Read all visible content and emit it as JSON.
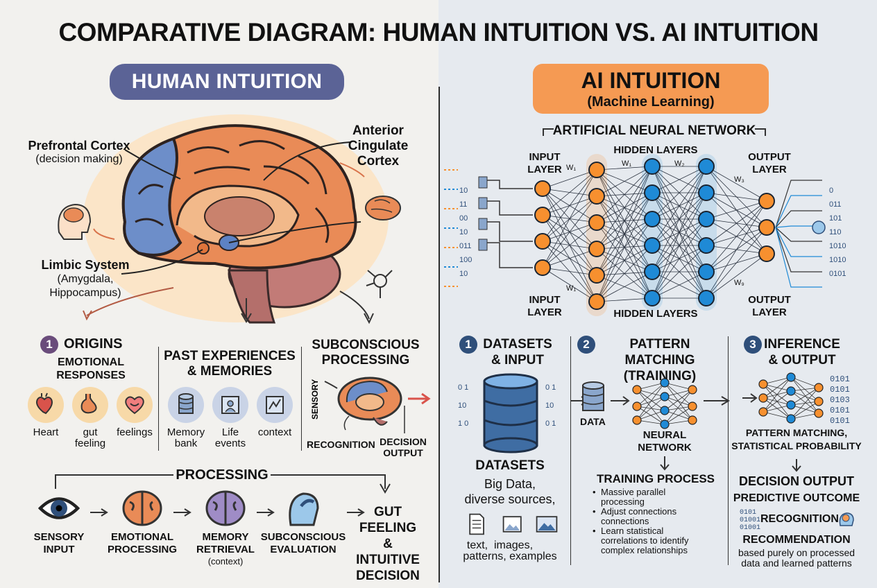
{
  "title": "COMPARATIVE DIAGRAM: HUMAN INTUITION VS. AI INTUITION",
  "human": {
    "badge": "HUMAN INTUITION",
    "brain_labels": {
      "pfc_title": "Prefrontal Cortex",
      "pfc_sub": "(decision making)",
      "acc_line1": "Anterior",
      "acc_line2": "Cingulate",
      "acc_line3": "Cortex",
      "limbic_title": "Limbic System",
      "limbic_sub1": "(Amygdala,",
      "limbic_sub2": "Hippocampus)"
    },
    "origins": {
      "num": "1",
      "title": "ORIGINS",
      "sub1": "EMOTIONAL",
      "sub2": "RESPONSES",
      "items": [
        {
          "label1": "Heart",
          "label2": "",
          "icon": "heart-organ-icon"
        },
        {
          "label1": "gut",
          "label2": "feeling",
          "icon": "stomach-icon"
        },
        {
          "label1": "feelings",
          "label2": "",
          "icon": "heart-smile-icon"
        }
      ]
    },
    "past": {
      "title1": "PAST EXPERIENCES",
      "title2": "& MEMORIES",
      "items": [
        {
          "label1": "Memory",
          "label2": "bank",
          "icon": "database-icon"
        },
        {
          "label1": "Life",
          "label2": "events",
          "icon": "calendar-person-icon"
        },
        {
          "label1": "context",
          "label2": "",
          "icon": "map-icon"
        }
      ]
    },
    "subconscious": {
      "title1": "SUBCONSCIOUS",
      "title2": "PROCESSING",
      "sensory": "SENSORY",
      "recognition": "RECOGNITION",
      "decision1": "DECISION",
      "decision2": "OUTPUT"
    },
    "processing": {
      "title": "PROCESSING",
      "steps": [
        {
          "l1": "SENSORY",
          "l2": "INPUT",
          "l3": "",
          "icon": "eye-icon"
        },
        {
          "l1": "EMOTIONAL",
          "l2": "PROCESSING",
          "l3": "",
          "icon": "brain-orange-icon"
        },
        {
          "l1": "MEMORY",
          "l2": "RETRIEVAL",
          "l3": "(context)",
          "icon": "brain-purple-icon"
        },
        {
          "l1": "SUBCONSCIOUS",
          "l2": "EVALUATION",
          "l3": "",
          "icon": "head-profile-icon"
        }
      ],
      "final1": "GUT FEELING",
      "final2": "&",
      "final3": "INTUITIVE",
      "final4": "DECISION"
    }
  },
  "ai": {
    "badge_title": "AI INTUITION",
    "badge_sub": "(Machine Learning)",
    "network": {
      "title": "ARTIFICIAL NEURAL NETWORK",
      "input_top1": "INPUT",
      "input_top2": "LAYER",
      "hidden_top": "HIDDEN LAYERS",
      "output_top1": "OUTPUT",
      "output_top2": "LAYER",
      "input_bot1": "INPUT",
      "input_bot2": "LAYER",
      "hidden_bot": "HIDDEN LAYERS",
      "output_bot1": "OUTPUT",
      "output_bot2": "LAYER",
      "w1a": "W₁",
      "w1b": "W₁",
      "w2": "W₂",
      "w3": "W₃",
      "w1c": "W₁",
      "w9": "W₉",
      "bits_left": [
        "10",
        "11",
        "00",
        "10",
        "011",
        "100",
        "10"
      ],
      "bits_right": [
        "0",
        "011",
        "101",
        "110",
        "1010",
        "1010",
        "0101"
      ]
    },
    "step1": {
      "num": "1",
      "title1": "DATASETS",
      "title2": "& INPUT",
      "datasets": "DATASETS",
      "desc1": "Big Data,",
      "desc2": "diverse sources,",
      "icons": [
        {
          "label": "text,",
          "icon": "document-icon"
        },
        {
          "label": "images,",
          "icon": "images-icon"
        },
        {
          "label": "",
          "icon": "picture-icon"
        }
      ],
      "bottom": "patterns, examples"
    },
    "step2": {
      "num": "2",
      "title1": "PATTERN MATCHING",
      "title2": "(TRAINING)",
      "data": "DATA",
      "nn1": "NEURAL",
      "nn2": "NETWORK",
      "training": "TRAINING PROCESS",
      "bullets": [
        [
          "Massive parallel",
          "processing"
        ],
        [
          "Adjust connections",
          "connections"
        ],
        [
          "Learn statistical",
          "correlations to identify",
          "complex relationships"
        ]
      ]
    },
    "step3": {
      "num": "3",
      "title1": "INFERENCE",
      "title2": "& OUTPUT",
      "bits": [
        "0101",
        "0101",
        "0103",
        "0101",
        "0101"
      ],
      "pm1": "PATTERN MATCHING,",
      "pm2": "STATISTICAL PROBABILITY",
      "decision": "DECISION OUTPUT",
      "predictive": "PREDICTIVE OUTCOME",
      "recog_bits": [
        "0101",
        "01001",
        "01001"
      ],
      "recognition": "RECOGNITION",
      "recommendation": "RECOMMENDATION",
      "based1": "based purely on processed",
      "based2": "data and learned patterns"
    }
  },
  "colors": {
    "human_badge": "#5b6396",
    "ai_badge": "#f59a53",
    "neuron_orange": "#f7902f",
    "neuron_blue": "#1f8ad6",
    "brain_orange": "#e98b57",
    "brain_blue": "#6d8ec9"
  }
}
